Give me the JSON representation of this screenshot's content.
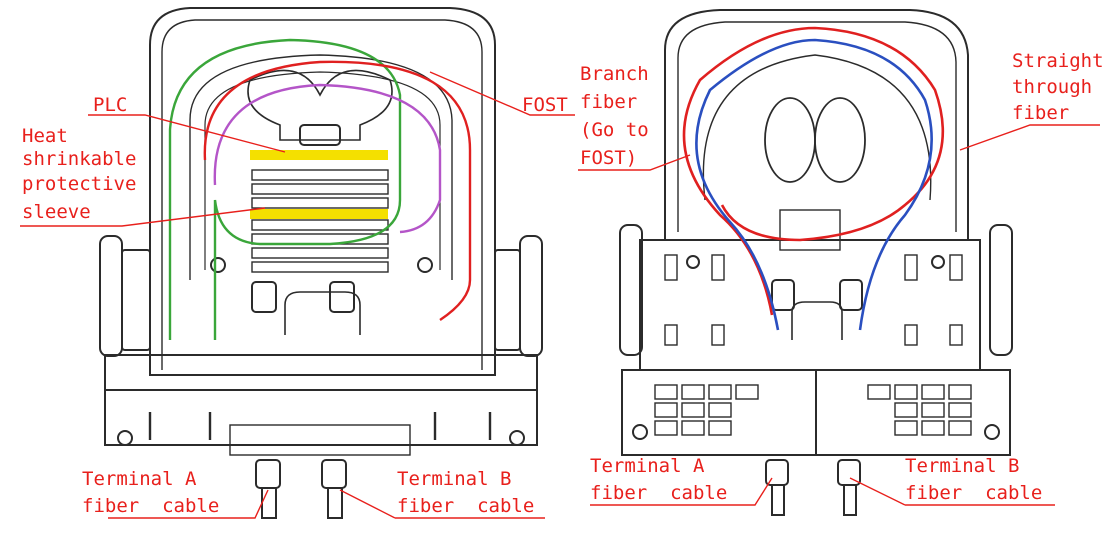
{
  "colors": {
    "drawing": "#2b2b2b",
    "label_text": "#e8201c",
    "leader_line": "#e8201c",
    "fiber_red": "#e02020",
    "fiber_green": "#3aa63a",
    "fiber_purple": "#b455c8",
    "fiber_blue": "#2a4fc0",
    "sleeve_yellow": "#f4e000"
  },
  "left_view": {
    "labels": {
      "plc": "PLC",
      "heat_line1": "Heat",
      "heat_line2": "shrinkable",
      "heat_line3": "protective",
      "heat_line4": "sleeve",
      "fost": "FOST",
      "term_a_line1": "Terminal A",
      "term_a_line2": "fiber  cable",
      "term_b_line1": "Terminal B",
      "term_b_line2": "fiber  cable"
    }
  },
  "right_view": {
    "labels": {
      "branch_line1": "Branch",
      "branch_line2": "fiber",
      "branch_line3": "(Go to",
      "branch_line4": "FOST)",
      "straight_line1": "Straight",
      "straight_line2": "through",
      "straight_line3": "fiber",
      "term_a_line1": "Terminal A",
      "term_a_line2": "fiber  cable",
      "term_b_line1": "Terminal B",
      "term_b_line2": "fiber  cable"
    }
  }
}
